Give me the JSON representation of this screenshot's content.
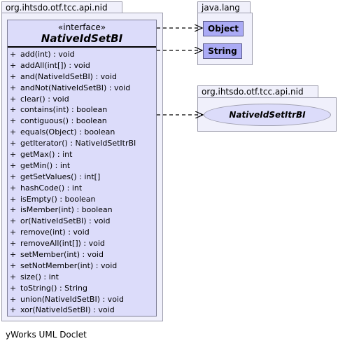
{
  "packages": {
    "main": {
      "label": "org.ihtsdo.otf.tcc.api.nid"
    },
    "java_lang": {
      "label": "java.lang"
    },
    "api_nid": {
      "label": "org.ihtsdo.otf.tcc.api.nid"
    }
  },
  "interface": {
    "stereotype": "«interface»",
    "name": "NativeIdSetBI",
    "visibility_symbol": "+",
    "methods": [
      "add(int) : void",
      "addAll(int[]) : void",
      "and(NativeIdSetBI) : void",
      "andNot(NativeIdSetBI) : void",
      "clear() : void",
      "contains(int) : boolean",
      "contiguous() : boolean",
      "equals(Object) : boolean",
      "getIterator() : NativeIdSetItrBI",
      "getMax() : int",
      "getMin() : int",
      "getSetValues() : int[]",
      "hashCode() : int",
      "isEmpty() : boolean",
      "isMember(int) : boolean",
      "or(NativeIdSetBI) : void",
      "remove(int) : void",
      "removeAll(int[]) : void",
      "setMember(int) : void",
      "setNotMember(int) : void",
      "size() : int",
      "toString() : String",
      "union(NativeIdSetBI) : void",
      "xor(NativeIdSetBI) : void"
    ]
  },
  "classes": {
    "object": "Object",
    "string": "String",
    "itr": "NativeIdSetItrBI"
  },
  "footer": "yWorks UML Doclet"
}
